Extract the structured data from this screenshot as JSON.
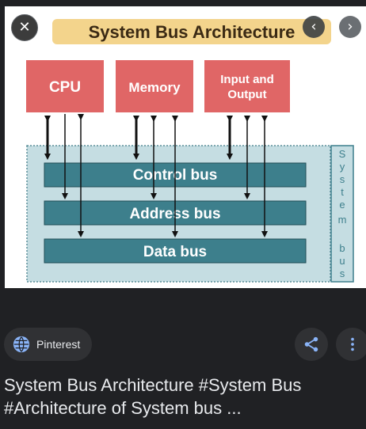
{
  "viewer": {
    "close_icon": "close-icon",
    "prev_icon": "chevron-left-icon",
    "next_icon": "chevron-right-icon"
  },
  "diagram": {
    "title": "System Bus Architecture",
    "components": {
      "cpu": "CPU",
      "memory": "Memory",
      "io_line1": "Input and",
      "io_line2": "Output"
    },
    "buses": {
      "control": "Control bus",
      "address": "Address bus",
      "data": "Data bus"
    },
    "system_bus_letters": [
      "S",
      "y",
      "s",
      "t",
      "e",
      "m",
      "b",
      "u",
      "s"
    ],
    "colors": {
      "title_bg": "#f3d48c",
      "component_fill": "#e06666",
      "bus_fill": "#3d7f8c",
      "bus_area": "#c5dde2",
      "side_label": "#3d7f8c"
    }
  },
  "source": {
    "label": "Pinterest",
    "icon": "globe-icon"
  },
  "actions": {
    "share_icon": "share-icon",
    "more_icon": "more-vert-icon"
  },
  "caption": {
    "line1": "System Bus Architecture #System Bus",
    "line2": "#Architecture of System bus ..."
  }
}
